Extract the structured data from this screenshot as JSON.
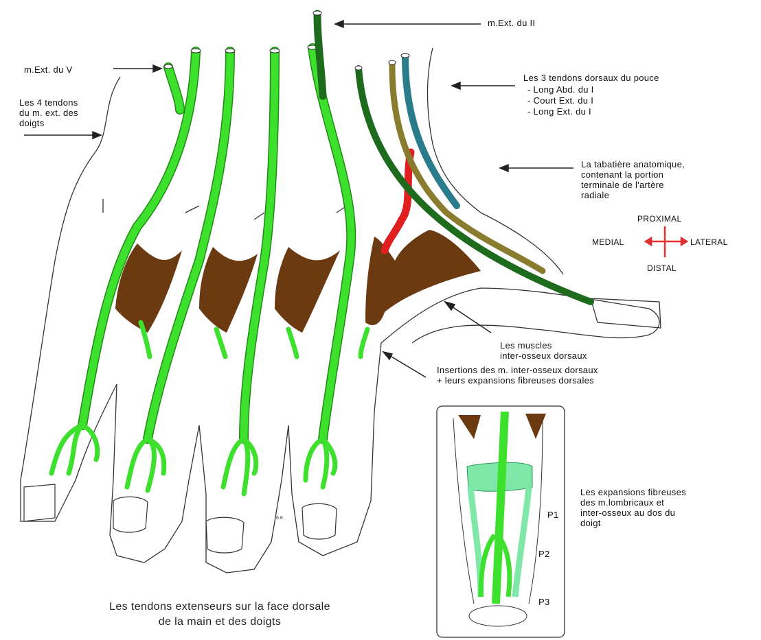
{
  "labels": {
    "ext_II": "m.Ext. du II",
    "ext_V": "m.Ext. du V",
    "four_tendons": "Les 4 tendons\ndu m. ext. des\ndoigts",
    "thumb_tendons_title": "Les 3 tendons dorsaux du pouce",
    "thumb_tendon_1": "- Long Abd. du I",
    "thumb_tendon_2": "- Court Ext. du I",
    "thumb_tendon_3": "- Long Ext. du I",
    "tabatiere": "La tabatière anatomique,\ncontenant la portion\nterminale de l'artère\nradiale",
    "interosseux": "Les muscles\ninter-osseux dorsaux",
    "insertions": "Insertions des m. inter-osseux dorsaux\n+ leurs expansions fibreuses dorsales",
    "expansions": "Les expansions fibreuses\ndes m.lombricaux et\ninter-osseux au dos du\ndoigt",
    "caption": "Les tendons extenseurs sur la face dorsale\nde la main et des doigts"
  },
  "compass": {
    "proximal": "PROXIMAL",
    "distal": "DISTAL",
    "medial": "MEDIAL",
    "lateral": "LATERAL"
  },
  "inset": {
    "p1": "P1",
    "p2": "P2",
    "p3": "P3"
  },
  "colors": {
    "extensor_tendon": "#3ee02e",
    "tendon_outline": "#1f8a14",
    "dark_tendon": "#1e6b1e",
    "olive_tendon": "#8a7c2e",
    "teal_tendon": "#2a7c8a",
    "artery": "#e02020",
    "muscle": "#6b3a10",
    "expansion": "#7fe8a8",
    "compass": "#e03030"
  }
}
